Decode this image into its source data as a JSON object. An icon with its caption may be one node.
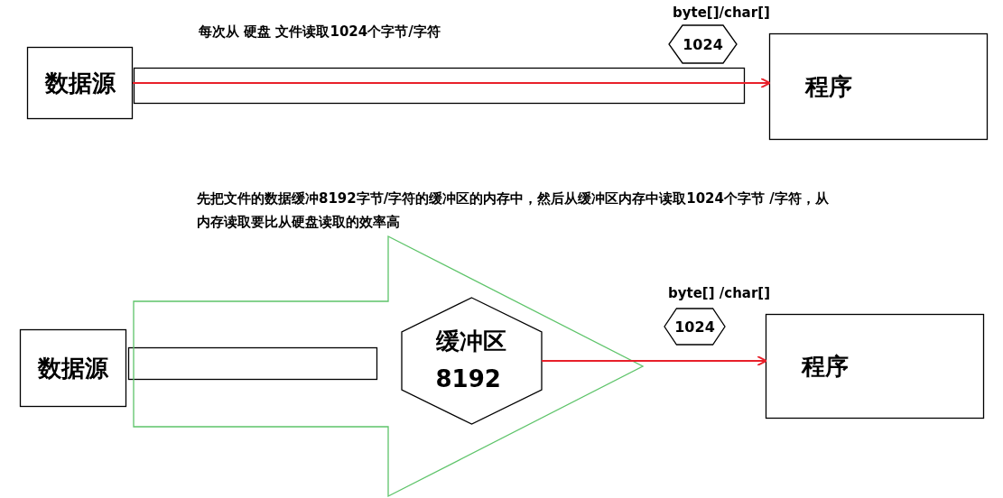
{
  "diagram": {
    "nodes": [
      {
        "text": [
          "数据源"
        ]
      },
      {
        "text": [
          "1024"
        ],
        "beside": [
          "byte[]/char[]"
        ]
      },
      {
        "text": [
          "程序"
        ]
      },
      {
        "text": [
          "数据源"
        ]
      },
      {
        "text": [],
        "shape": "arrow"
      },
      {
        "text": [
          "缓冲区 8192"
        ],
        "in": 4
      },
      {
        "text": [
          "1024"
        ],
        "beside": [
          "byte[] /char[]"
        ]
      },
      {
        "text": [
          "程序"
        ]
      }
    ],
    "edges": [
      {
        "from": 0,
        "to": 2,
        "arrow": "to"
      },
      {
        "from": 5,
        "to": 7,
        "arrow": "to"
      }
    ],
    "labels": [
      "每次从 硬盘 文件读取1024个字节/字符",
      "先把文件的数据缓冲8192字节/字符的缓冲区的内存中，然后从缓冲区内存中读取1024个字节 /字符，从内存读取要比从硬盘读取的效率高"
    ]
  }
}
